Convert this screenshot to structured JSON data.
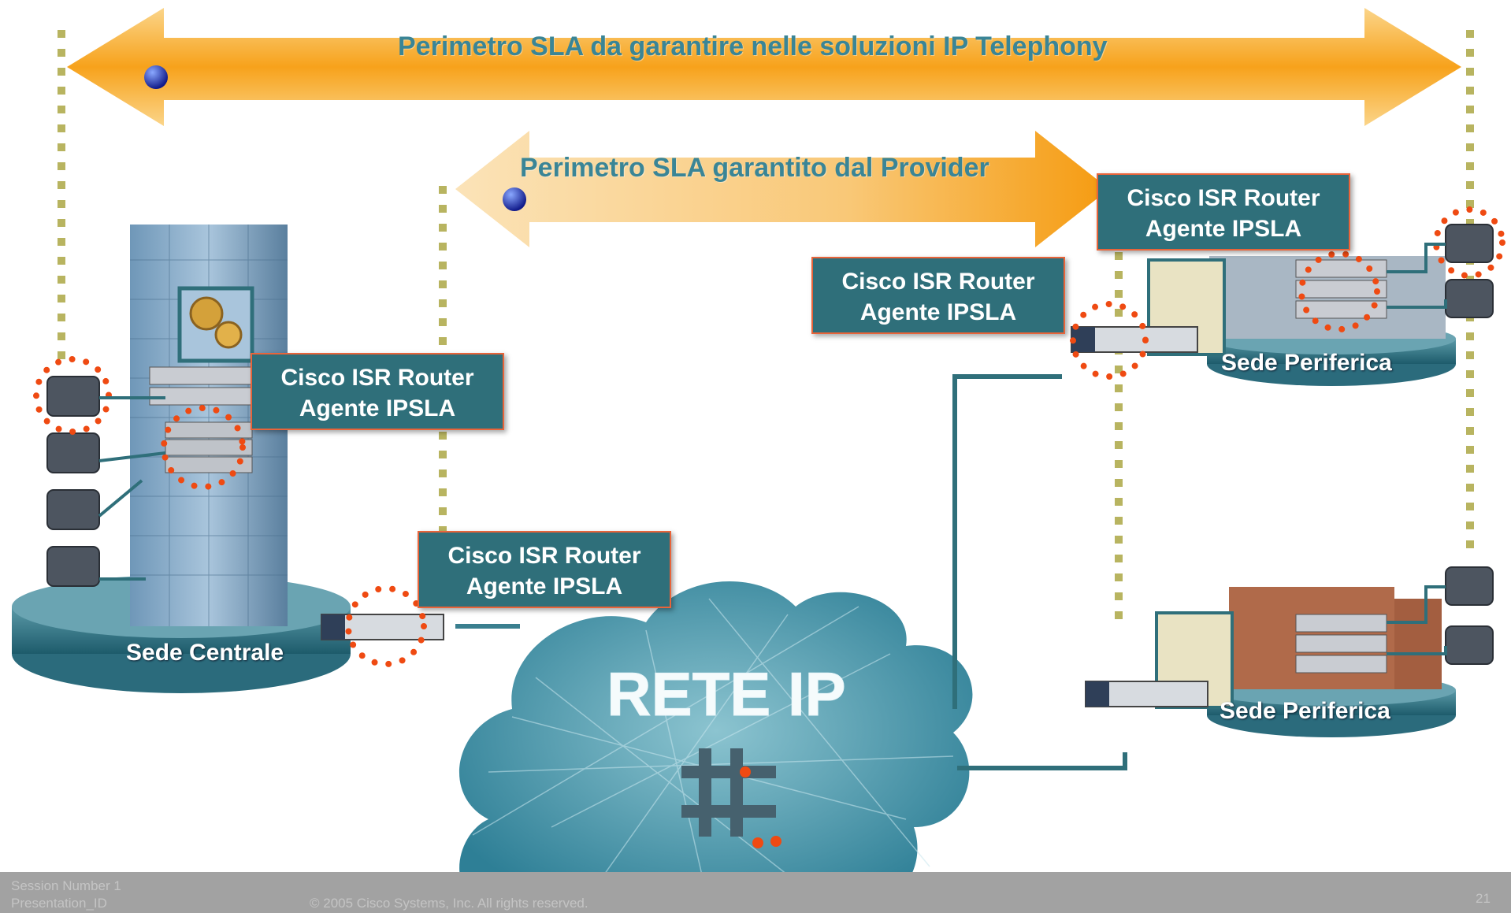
{
  "arrows": {
    "outer_label": "Perimetro SLA da garantire nelle soluzioni IP Telephony",
    "inner_label": "Perimetro SLA garantito dal Provider"
  },
  "router_label": {
    "line1": "Cisco ISR Router",
    "line2": "Agente IPSLA"
  },
  "sites": {
    "central": "Sede Centrale",
    "branch": "Sede Periferica"
  },
  "network": {
    "label": "RETE IP"
  },
  "footer": {
    "session": "Session Number 1",
    "presentation": "Presentation_ID",
    "copyright": "© 2005 Cisco Systems, Inc. All rights reserved.",
    "page": "21"
  },
  "colors": {
    "arrow_orange": "#f7a21b",
    "label_teal": "#2f6f7a",
    "cloud_teal": "#4f9fb1",
    "dotted_line": "#b8b460",
    "agent_marker": "#ef4a12"
  }
}
